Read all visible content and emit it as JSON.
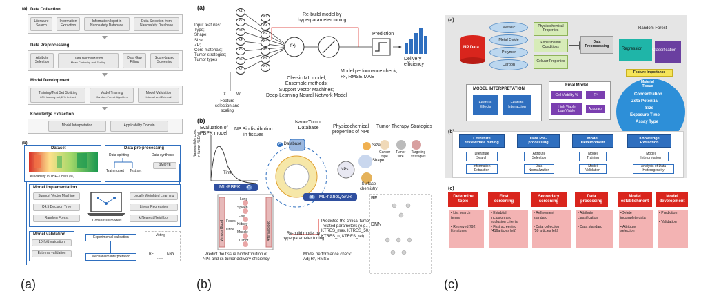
{
  "captions": {
    "a": "(a)",
    "b": "(b)",
    "c": "(c)"
  },
  "panel_a": {
    "tag_a": "(a)",
    "data_collection": {
      "title": "Data Collection",
      "items": [
        "Literature Search",
        "Information Extraction",
        "Information Input in Nanosafety Database",
        "Data Selection from Nanosafety Database"
      ]
    },
    "data_preprocessing": {
      "title": "Data Preprocessing",
      "items": [
        "Attribute Selection",
        "Data Normalization",
        "Data Gap Filling",
        "Score-based Screening"
      ],
      "normalization_sub": "Mean Centering and Scaling"
    },
    "model_development": {
      "title": "Model Development",
      "items": [
        "Training/Test Set Splitting",
        "Model Training",
        "Model Validation"
      ],
      "subs": [
        "60% training set,40% test set",
        "Random Forest Algorithm",
        "Internal and External"
      ]
    },
    "knowledge_extraction": {
      "title": "Knowledge Extraction",
      "items": [
        "Model Interpretation",
        "Applicability Domain"
      ]
    },
    "tag_b": "(b)",
    "dataset_title": "Dataset",
    "heatmap_xlabel": "Cell viability in THP-1 cells (%)",
    "preprocessing_title": "Data pre-processing",
    "data_splitting": "Data splitting",
    "training_set": "Training set",
    "test_set": "Test set",
    "data_synthesis": "Data synthesis",
    "smote": "SMOTE",
    "model_impl_title": "Model implementation",
    "models_left": [
      "Support Vector Machine",
      "C4.5 Decision Tree",
      "Random Forest"
    ],
    "models_right": [
      "Locally Weighted Learning",
      "Linear Regression",
      "k Nearest Neighbor"
    ],
    "consensus": "Consensus models",
    "validation_title": "Model validation",
    "validation_items": [
      "10-fold validation",
      "External validation"
    ],
    "experimental": "Experimental validation",
    "mechanism": "Mechanism interpretation",
    "voting": "Voting",
    "voting_items": [
      "RF",
      "KNN",
      "......"
    ]
  },
  "panel_b": {
    "tag_a": "(a)",
    "inputs": [
      "x1",
      "x2",
      "x3",
      "x4",
      "x5",
      "x6",
      "x7"
    ],
    "weights": [
      "w1",
      "w2",
      "w3",
      "w4",
      "w5",
      "w6",
      "w7"
    ],
    "input_features": "Input features:\nType;\nShape;\nSize;\nZP;\nCore materials;\nTumor strategies;\nTumor types",
    "fx": "f(•)",
    "rebuild": "Re-build model by\nhyperparameter tuning",
    "prediction": "Prediction",
    "delivery": "Delivery\nefficiency",
    "classic_ml": "Classic ML model;\nEnsemble methods;\nSupport Vector Machines;\nDeep-Learning Neural Network Model",
    "performance": "Model performance check;\nR², RMSE,MAE",
    "x_w": "X         W",
    "feature_sel": "Feature\nselection and\nscaling",
    "tag_b": "(b)",
    "eval_pbpk": "Evaluation of\nPBPK model",
    "np_biodist": "NP Biodistribution\nin tissues",
    "nano_tumor_db": "Nano-Tumor\nDatabase",
    "physchem": "Physicochemical\nproperties of NPs",
    "therapy": "Tumor Therapy Strategies",
    "db_label": "Database",
    "a_mark": "A",
    "b_mark": "B",
    "c_mark": "C",
    "size": "Size",
    "shape": "Shape",
    "nps": "NPs",
    "surface": "Surface\nchemistry",
    "cancer_type": "Cancer\ntype",
    "tumor_size": "Tumor\nsize",
    "targeting": "Targeting\nstrategies",
    "ml_pbpk": "ML-PBPK",
    "ml_nanoqsar": "ML-nanoQSAR",
    "rf": "RF",
    "dnn": "DNN",
    "time": "Time",
    "y_axis": "Nanoparticle conc.\nin tumor (%ID/g)",
    "organs": [
      "Lung",
      "Spleen",
      "Liver",
      "Kidney",
      "Muscle",
      "Tumor",
      "Feces",
      "Urine"
    ],
    "venous": "Venous Blood",
    "arterial": "Arterial Blood",
    "predict_tissue": "Predict the tissue biodistribution of\nNPs and its tumor delivery efficiency",
    "rebuild_b": "Re-build model by\nhyperparameter tuning",
    "predicted_params": "Predicted the critical tumor\n-related parameters (e.g.,\nKTRES_max, KTRES_50,\nKTRES_n, KTRES_rel)",
    "perf_b": "Model performance check:\nAdj-R², RMSE"
  },
  "panel_c": {
    "tag_a": "(a)",
    "np_data": "NP Data",
    "ellipses": [
      "Metallic",
      "Metal Oxide",
      "Polymer",
      "Carbon"
    ],
    "props": [
      "Physicochemical Properties",
      "Experimental Conditions",
      "Cellular Properties"
    ],
    "data_preprocessing": "Data\nPreprocessing",
    "random_forest": "Random Forest",
    "regression": "Regression",
    "classification": "Classification",
    "feature_importance": "Feature Importance",
    "material_tissue": "Material\nTissue",
    "features": [
      "Concentration",
      "Zeta Potential",
      "Size",
      "Exposure Time",
      "Assay Type"
    ],
    "final_model": "Final Model",
    "cell_viability": "Cell Viability %",
    "r2": "R²",
    "high_low": "High Viable\nLow Viable",
    "accuracy": "Accuracy",
    "interp_title": "MODEL INTERPRETATION",
    "feature_effects": "Feature\nEffects",
    "feature_interaction": "Feature\nInteraction",
    "tag_b": "(b)",
    "columns": [
      {
        "header": "Literature\nreview/data mining",
        "items": [
          "Literature\nSearch",
          "Information\nExtraction"
        ]
      },
      {
        "header": "Data Pre-\nprocessing",
        "items": [
          "Attribute\nSelection",
          "Data\nNormalization"
        ]
      },
      {
        "header": "Model\nDevelopment",
        "items": [
          "Model\nTraining",
          "Model\nValidation"
        ]
      },
      {
        "header": "Knowledge\nExtraction",
        "items": [
          "Model\nInterpretation",
          "Analysis of Data\nHeterogeneity"
        ]
      }
    ],
    "tag_c": "(c)",
    "steps": [
      {
        "header": "Determine\ntopic",
        "body": "• List search\nterms\n\n• Retrieved 792\nliteratures"
      },
      {
        "header": "First\nscreening",
        "body": "• Establish\ninclusion and\nexclusion criteria\n• First screening\n(416articles left)"
      },
      {
        "header": "Secondary\nscreening",
        "body": "• Refinement\nstandard\n\n• Data collection\n(59 articles left)"
      },
      {
        "header": "Data\nprocessing",
        "body": "• Attribute\nclassification\n\n• Data standard"
      },
      {
        "header": "Model\nestablishment",
        "body": "•Delete\nincomplete data\n\n• Attribute\nselection"
      },
      {
        "header": "Model\ndevelopment",
        "body": "• Prediction\n\n• Validation"
      }
    ]
  }
}
